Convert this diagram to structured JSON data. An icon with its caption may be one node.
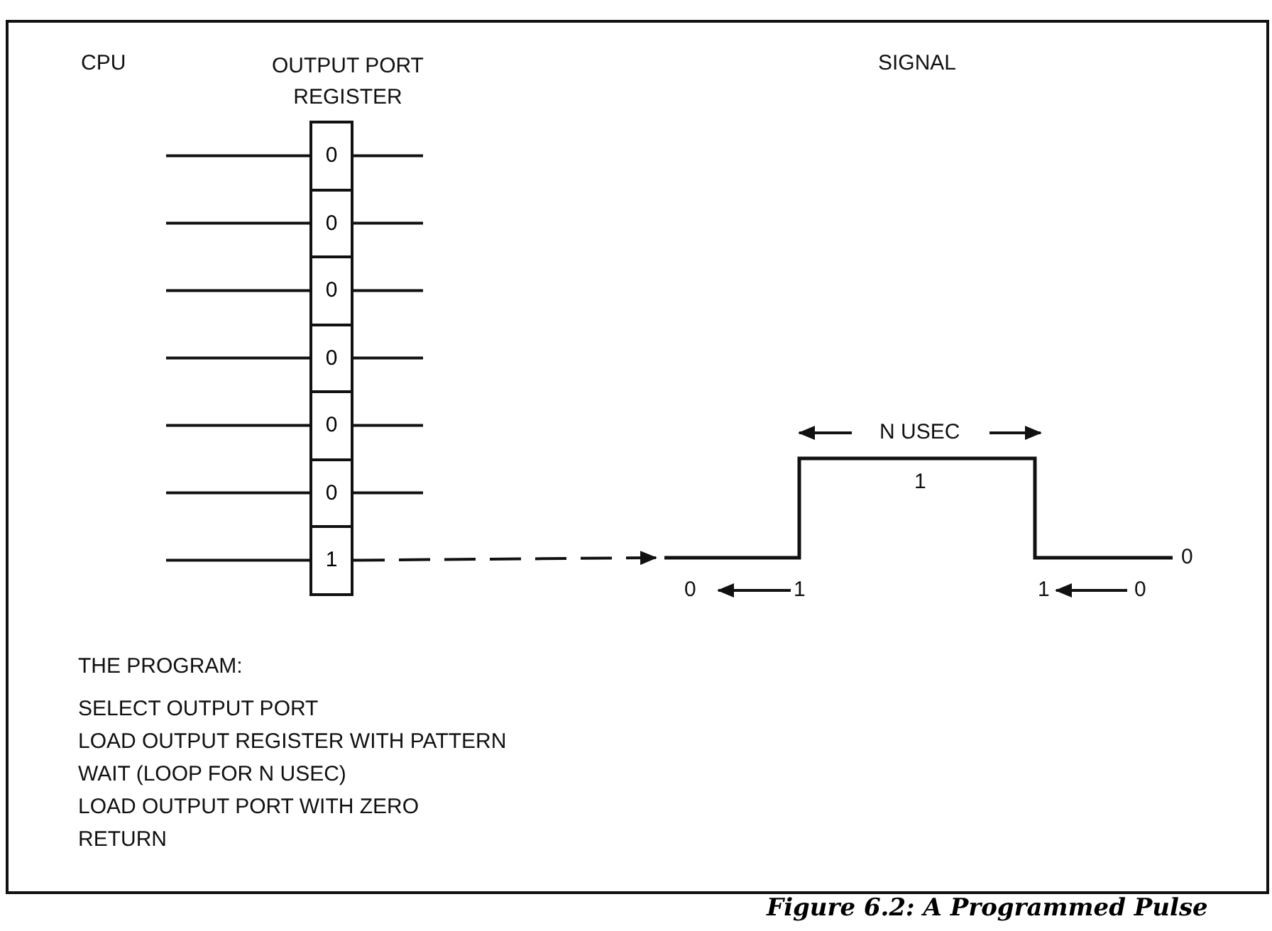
{
  "diagram": {
    "caption": "Figure 6.2: A Programmed Pulse",
    "nodes": [
      {
        "text": [
          "0"
        ]
      },
      {
        "text": [
          "0"
        ]
      },
      {
        "text": [
          "0"
        ]
      },
      {
        "text": [
          "0"
        ]
      },
      {
        "text": [
          "0"
        ]
      },
      {
        "text": [
          "0"
        ]
      },
      {
        "text": [
          "1"
        ]
      },
      {
        "text": [],
        "shape": "picture"
      }
    ],
    "edges": [
      {
        "from": null,
        "to": 0,
        "arrow": "none"
      },
      {
        "from": 0,
        "to": null,
        "arrow": "none"
      },
      {
        "from": null,
        "to": 1,
        "arrow": "none"
      },
      {
        "from": 1,
        "to": null,
        "arrow": "none"
      },
      {
        "from": null,
        "to": 2,
        "arrow": "none"
      },
      {
        "from": 2,
        "to": null,
        "arrow": "none"
      },
      {
        "from": null,
        "to": 3,
        "arrow": "none"
      },
      {
        "from": 3,
        "to": null,
        "arrow": "none"
      },
      {
        "from": null,
        "to": 4,
        "arrow": "none"
      },
      {
        "from": 4,
        "to": null,
        "arrow": "none"
      },
      {
        "from": null,
        "to": 5,
        "arrow": "none"
      },
      {
        "from": 5,
        "to": null,
        "arrow": "none"
      },
      {
        "from": null,
        "to": 6,
        "arrow": "none"
      },
      {
        "from": 6,
        "to": 7,
        "arrow": "to",
        "style": "dashed"
      }
    ],
    "labels": [
      "CPU",
      "OUTPUT PORT REGISTER",
      "SIGNAL",
      "N USEC",
      "1",
      "0",
      "0",
      "1",
      "1",
      "0",
      "THE PROGRAM:",
      "SELECT OUTPUT PORT",
      "LOAD OUTPUT REGISTER WITH PATTERN",
      "WAIT (LOOP FOR N USEC)",
      "LOAD OUTPUT PORT WITH ZERO",
      "RETURN"
    ]
  }
}
